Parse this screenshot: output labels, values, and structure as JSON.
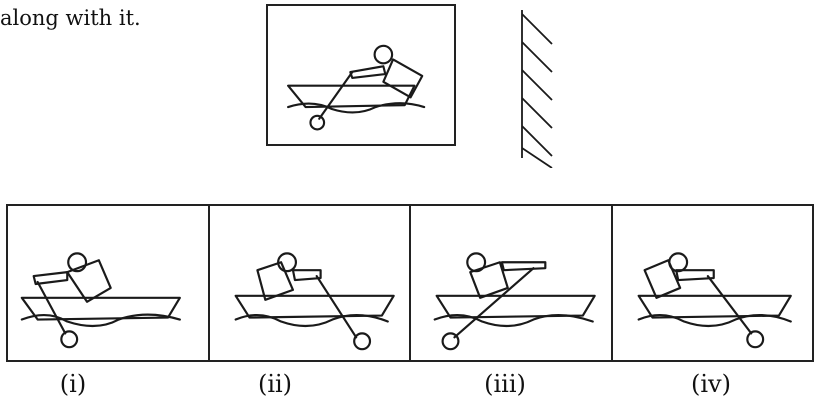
{
  "intro": {
    "text": "along with it."
  },
  "options": [
    {
      "label": "(i)"
    },
    {
      "label": "(ii)"
    },
    {
      "label": "(iii)"
    },
    {
      "label": "(iv)"
    }
  ],
  "colors": {
    "ink": "#1a1a1a",
    "background": "#ffffff"
  }
}
